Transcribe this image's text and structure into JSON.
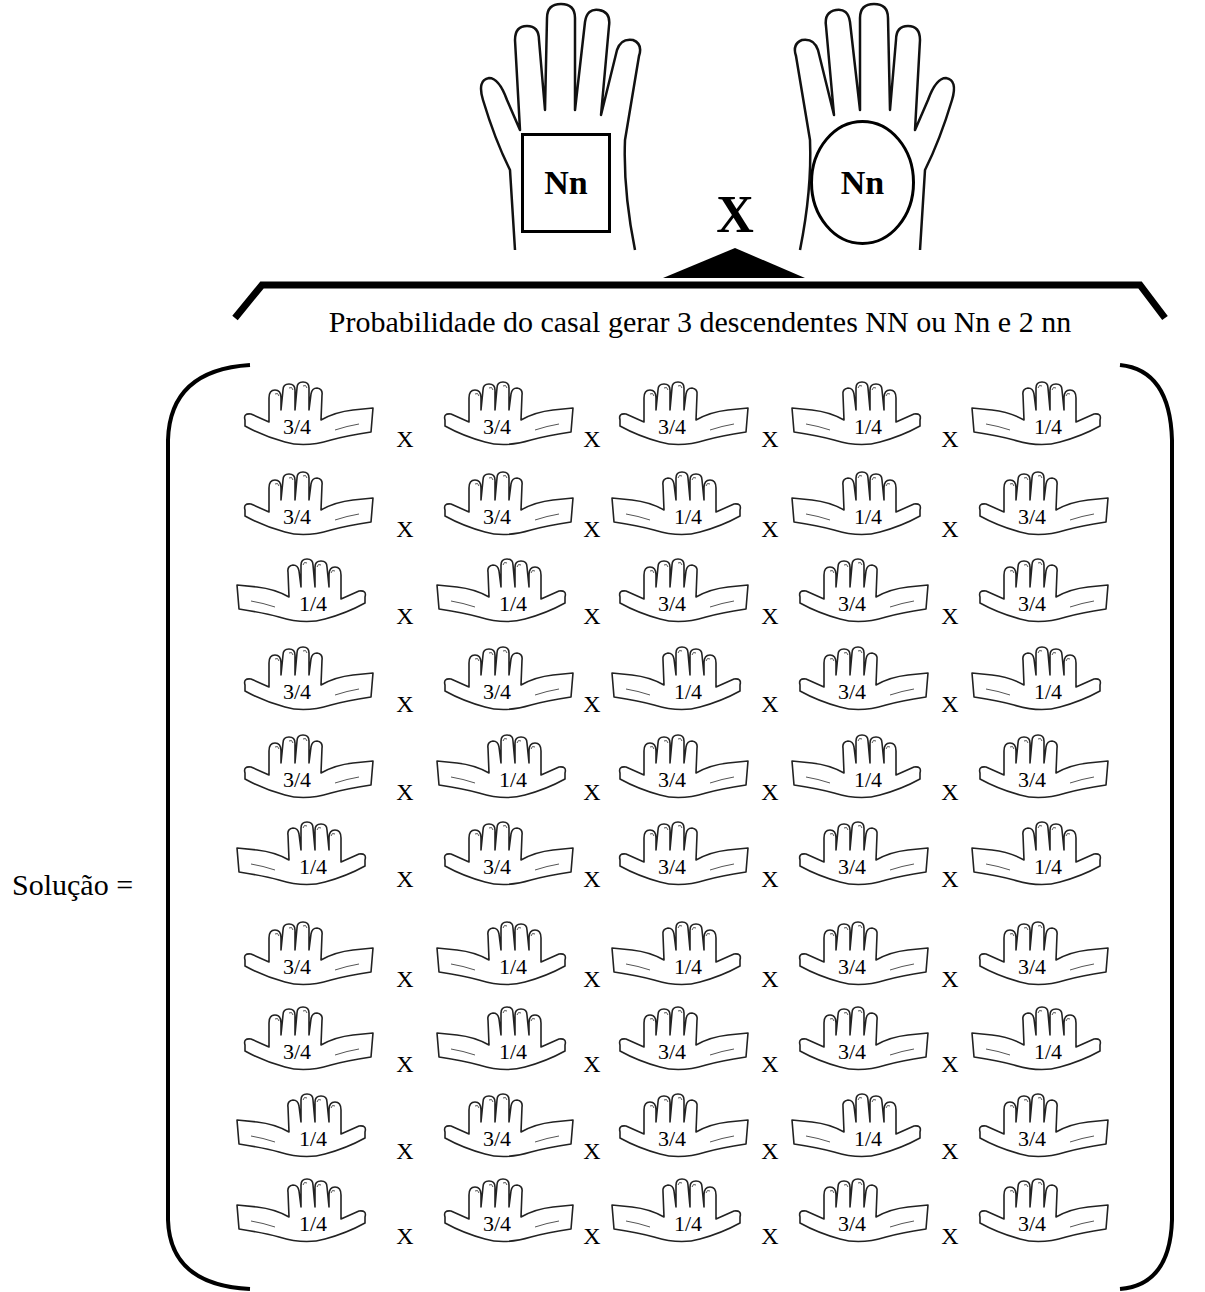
{
  "diagram": {
    "title": "Probabilidade do casal gerar 3 descendentes NN ou Nn e 2 nn",
    "nodes": [
      {
        "text": [
          "Nn"
        ]
      },
      {
        "text": [
          "Nn"
        ]
      }
    ],
    "labels": [
      "X",
      "Solução =",
      "3/4",
      "X",
      "3/4",
      "X",
      "3/4",
      "X",
      "1/4",
      "X",
      "1/4",
      "3/4",
      "X",
      "3/4",
      "X",
      "1/4",
      "X",
      "1/4",
      "X",
      "3/4",
      "1/4",
      "X",
      "1/4",
      "X",
      "3/4",
      "X",
      "3/4",
      "X",
      "3/4",
      "3/4",
      "X",
      "3/4",
      "X",
      "1/4",
      "X",
      "3/4",
      "X",
      "1/4",
      "3/4",
      "X",
      "1/4",
      "X",
      "3/4",
      "X",
      "1/4",
      "X",
      "3/4",
      "1/4",
      "X",
      "3/4",
      "X",
      "3/4",
      "X",
      "3/4",
      "X",
      "1/4",
      "3/4",
      "X",
      "1/4",
      "X",
      "1/4",
      "X",
      "3/4",
      "X",
      "3/4",
      "3/4",
      "X",
      "1/4",
      "X",
      "3/4",
      "X",
      "3/4",
      "X",
      "1/4",
      "1/4",
      "X",
      "3/4",
      "X",
      "3/4",
      "X",
      "1/4",
      "X",
      "3/4",
      "1/4",
      "X",
      "3/4",
      "X",
      "1/4",
      "X",
      "3/4",
      "X",
      "3/4"
    ]
  }
}
